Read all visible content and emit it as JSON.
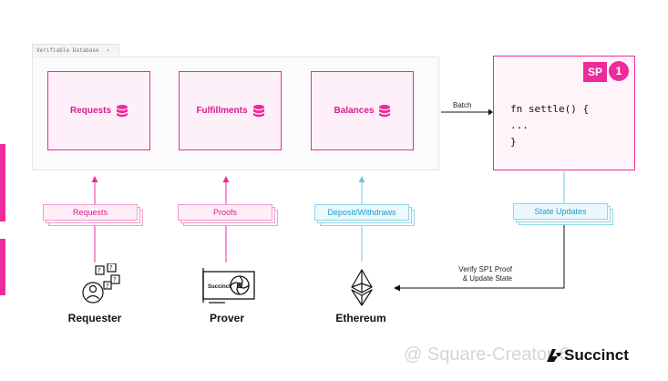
{
  "database": {
    "tab_label": "Verifiable Database",
    "tab_close": "×"
  },
  "tables": [
    {
      "label": "Requests"
    },
    {
      "label": "Fulfillments"
    },
    {
      "label": "Balances"
    }
  ],
  "batch_label": "Batch",
  "sp1": {
    "badge_sp": "SP",
    "badge_one": "1",
    "code_lines": [
      "fn settle() {",
      "...",
      "}"
    ]
  },
  "stacks": [
    {
      "label": "Requests"
    },
    {
      "label": "Proofs"
    },
    {
      "label": "Deposit/Withdraws"
    },
    {
      "label": "State Updates"
    }
  ],
  "actors": [
    {
      "label": "Requester",
      "icon": "requester-icon"
    },
    {
      "label": "Prover",
      "icon": "gpu-icon"
    },
    {
      "label": "Ethereum",
      "icon": "ethereum-icon"
    }
  ],
  "gpu_brand": "Succinct",
  "verify_label": [
    "Verify SP1 Proof",
    "& Update State"
  ],
  "watermark": "@ Square-Creator-6",
  "logo_text": "Succinct",
  "colors": {
    "pink": "#ee2b9c",
    "blue": "#1a9ec7"
  }
}
